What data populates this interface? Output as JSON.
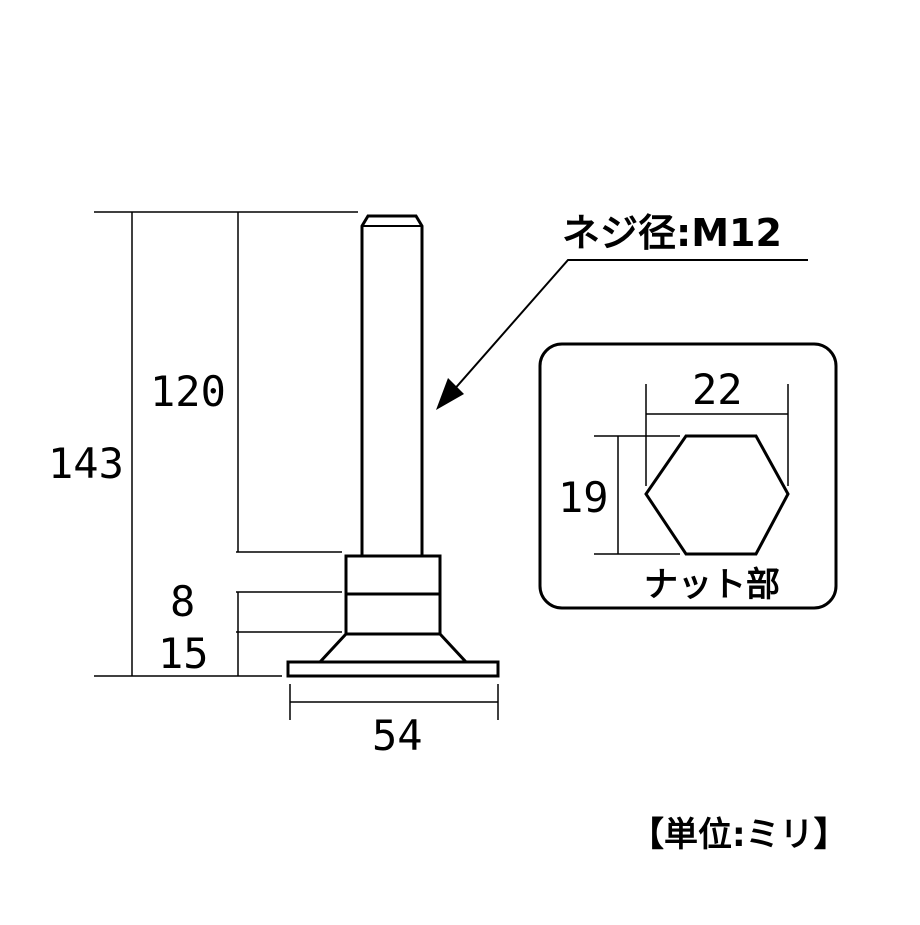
{
  "dimensions": {
    "total_height": "143",
    "thread_length": "120",
    "nut_height": "8",
    "base_height": "15",
    "base_width": "54",
    "hex_across_corners": "22",
    "hex_across_flats": "19"
  },
  "labels": {
    "thread_diameter": "ネジ径:M12",
    "nut_part": "ナット部",
    "unit_note": "【単位:ミリ】"
  }
}
